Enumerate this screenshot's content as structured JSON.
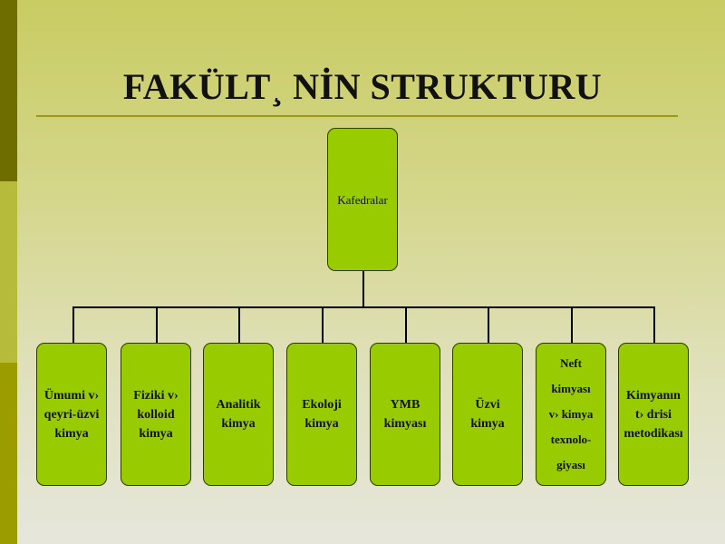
{
  "title": "FAKÜLT¸ NİN STRUKTURU",
  "root": {
    "label": "Kafedralar"
  },
  "children": [
    {
      "label": "Ümumi v›\nqeyri-üzvi\nkimya"
    },
    {
      "label": "Fiziki v›\nkolloid\nkimya"
    },
    {
      "label": "Analitik\nkimya"
    },
    {
      "label": "Ekoloji\nkimya"
    },
    {
      "label": "YMB\nkimyası"
    },
    {
      "label": "Üzvi\nkimya"
    },
    {
      "label": "Neft\nkimyası\nv›  kimya\ntexnolo-\ngiyası"
    },
    {
      "label": "Kimyanın\nt› drisi\nmetodikası"
    }
  ]
}
